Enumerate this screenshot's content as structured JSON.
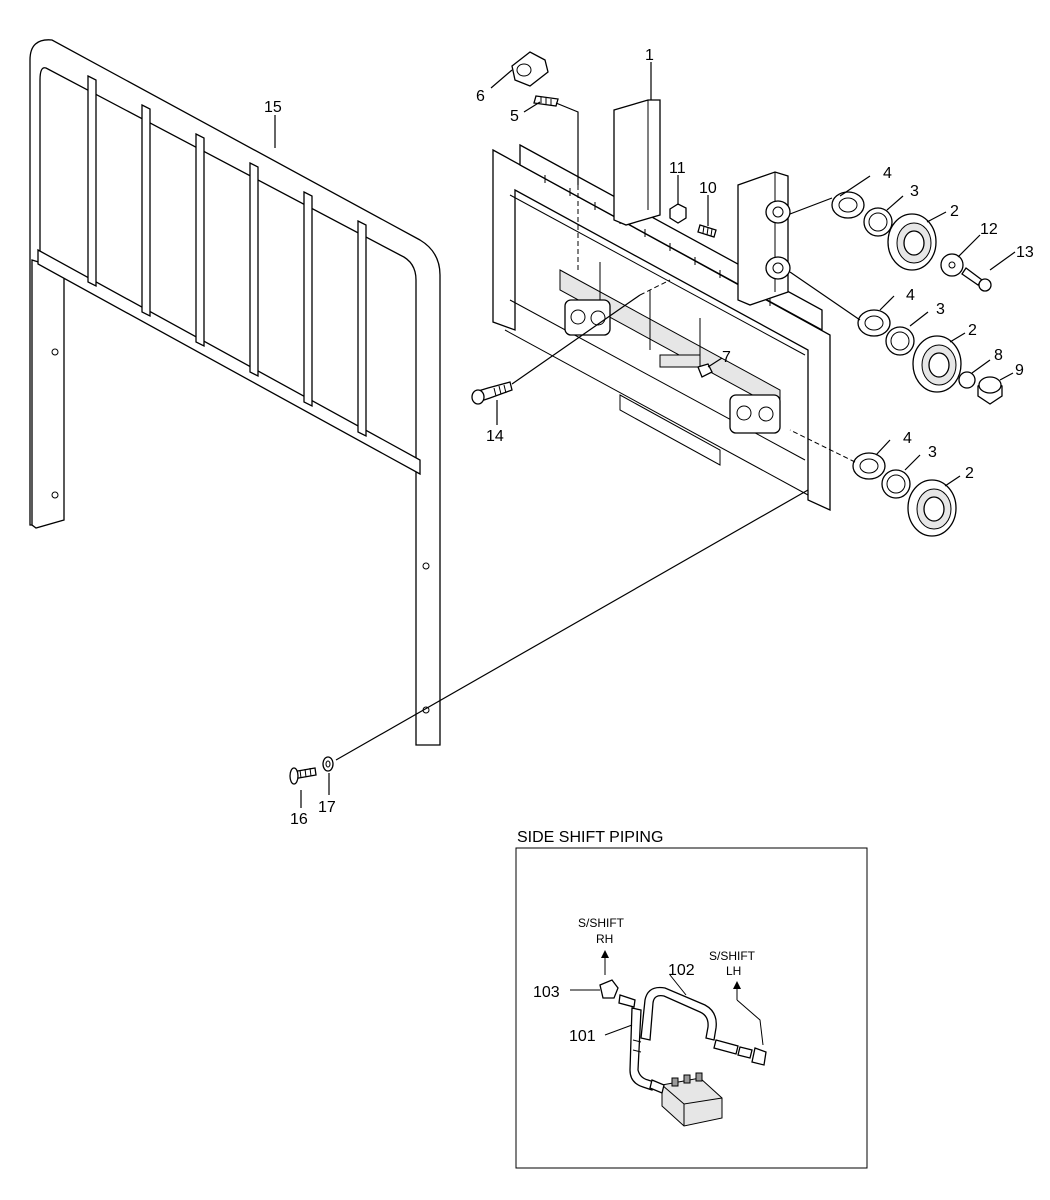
{
  "callouts": [
    "1",
    "2",
    "3",
    "4",
    "5",
    "6",
    "7",
    "8",
    "9",
    "10",
    "11",
    "12",
    "13",
    "14",
    "15",
    "16",
    "17",
    "101",
    "102",
    "103"
  ],
  "inset": {
    "title": "SIDE SHIFT PIPING",
    "rh_label_line1": "S/SHIFT",
    "rh_label_line2": "RH",
    "lh_label_line1": "S/SHIFT",
    "lh_label_line2": "LH"
  }
}
